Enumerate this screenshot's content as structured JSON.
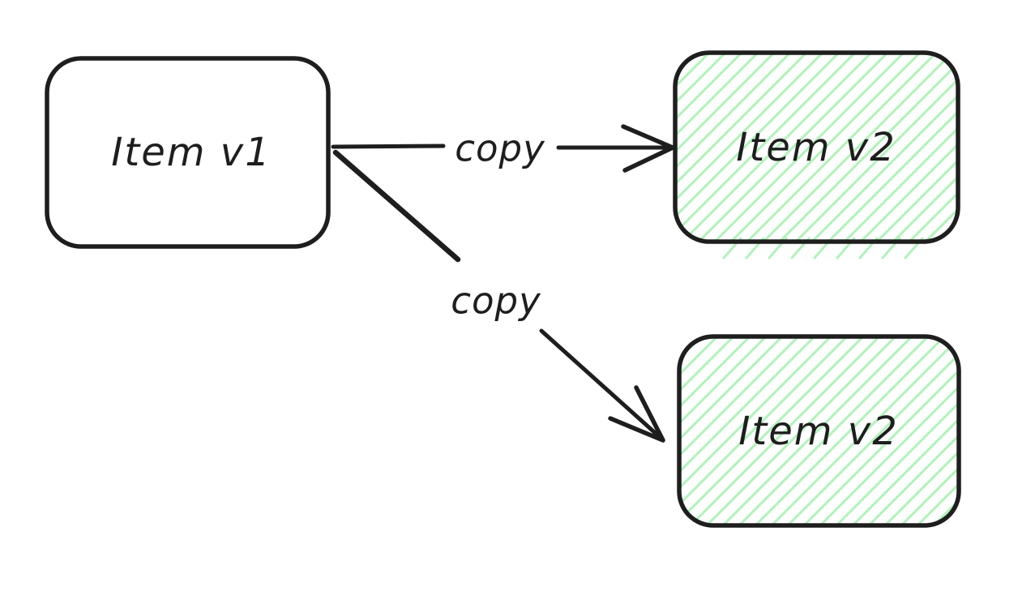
{
  "diagram": {
    "type": "flow-diagram",
    "colors": {
      "background": "#ffffff",
      "stroke": "#1e1e1e",
      "hatch": "#b2f2bb"
    },
    "nodes": [
      {
        "id": "item-v1",
        "label": "Item v1",
        "fill": "plain"
      },
      {
        "id": "item-v2-top",
        "label": "Item v2",
        "fill": "hatched-green"
      },
      {
        "id": "item-v2-bottom",
        "label": "Item v2",
        "fill": "hatched-green"
      }
    ],
    "edges": [
      {
        "id": "copy-to-top",
        "label": "copy",
        "from": "item-v1",
        "to": "item-v2-top"
      },
      {
        "id": "copy-to-bottom",
        "label": "copy",
        "from": "item-v1",
        "to": "item-v2-bottom"
      }
    ]
  }
}
